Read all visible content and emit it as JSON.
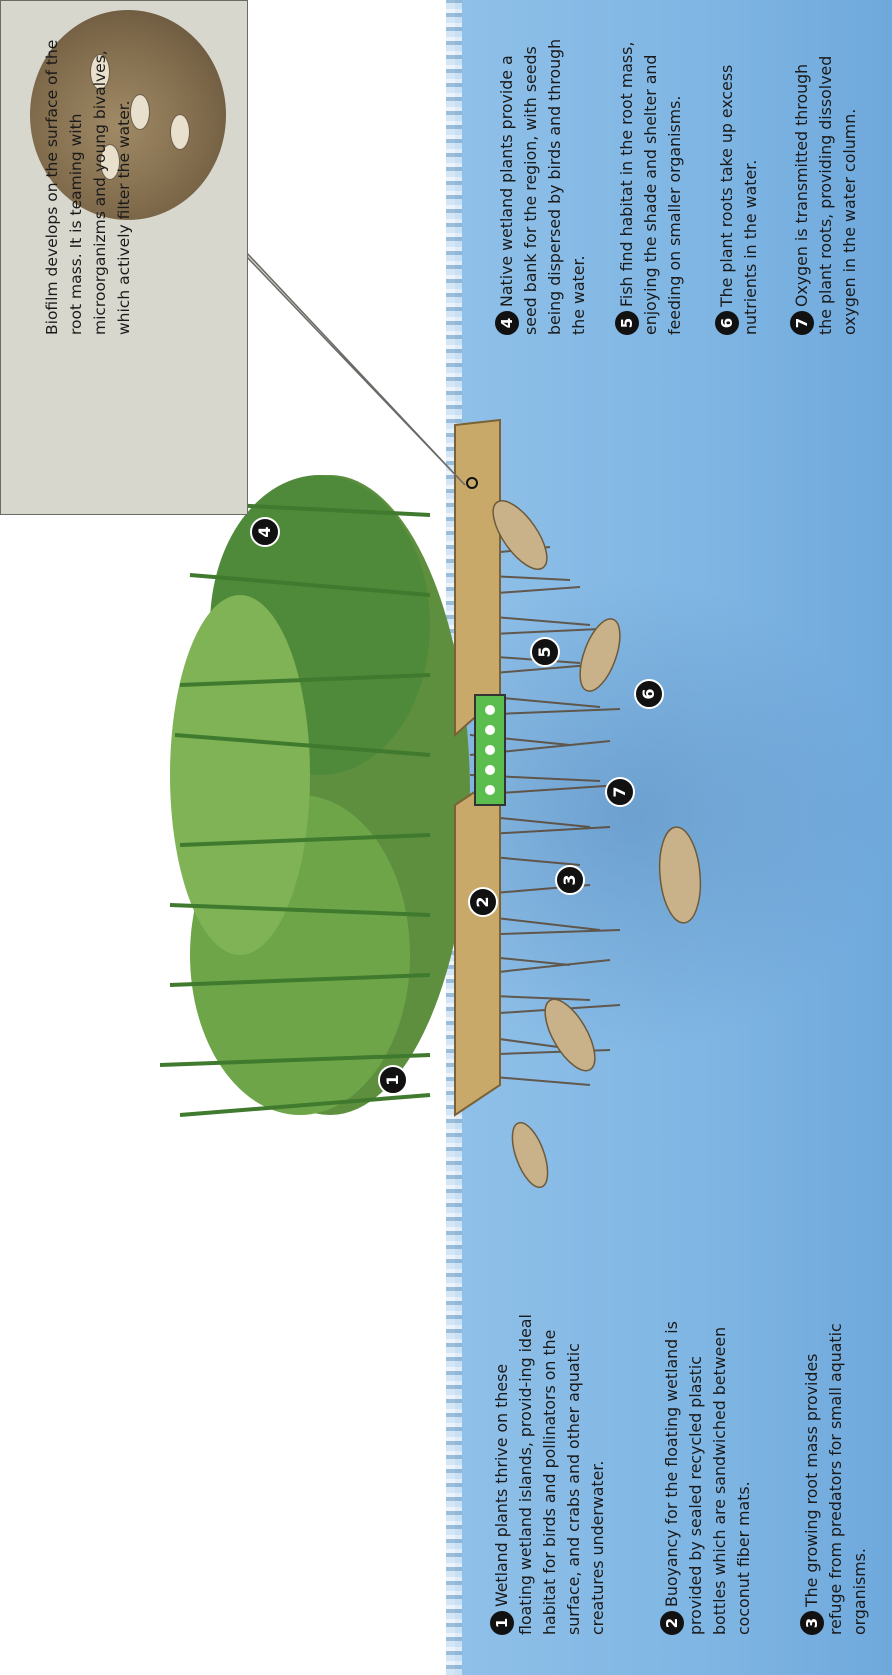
{
  "callout": {
    "text": "Biofilm develops on the surface of the root mass. It is teaming with microorganizms and young bivalves, which actively filter the water."
  },
  "notes": [
    {
      "num": "1",
      "text": "Wetland plants thrive on these floating wetland islands, provid-ing ideal habitat for birds and pollinators on the surface, and crabs and other aquatic creatures underwater."
    },
    {
      "num": "2",
      "text": "Buoyancy for the floating wetland is provided by sealed recycled plastic bottles which are sandwiched between coconut fiber mats."
    },
    {
      "num": "3",
      "text": "The growing root mass provides refuge from predators for small aquatic organisms."
    },
    {
      "num": "4",
      "text": "Native wetland plants provide a seed bank for the region, with seeds being dispersed by birds and through the water."
    },
    {
      "num": "5",
      "text": "Fish find habitat in the root mass, enjoying the shade and shelter and feeding on smaller organisms."
    },
    {
      "num": "6",
      "text": "The plant roots take up excess nutrients in the water."
    },
    {
      "num": "7",
      "text": "Oxygen is transmitted through the plant roots, providing dissolved oxygen in the water column."
    }
  ],
  "markers": [
    "1",
    "2",
    "3",
    "4",
    "5",
    "6",
    "7"
  ],
  "colors": {
    "water": "#7eb5e3",
    "panel": "#d8d7cd",
    "mat": "#c8a96a",
    "plants": "#4f8a3a",
    "roots": "#5a4632",
    "fish": "#c9b28a"
  }
}
